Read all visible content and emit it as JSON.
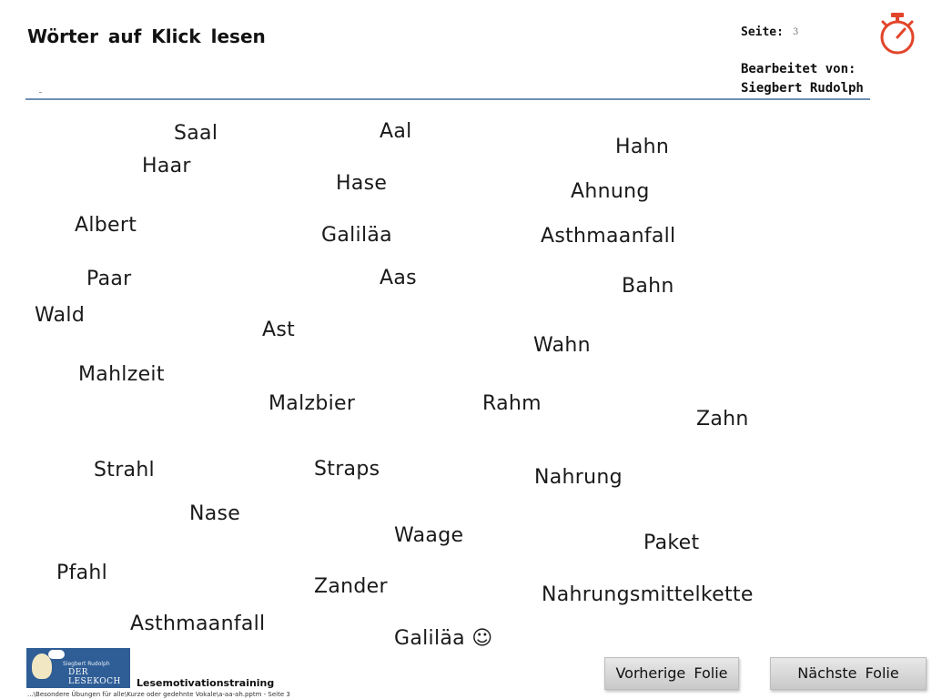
{
  "header": {
    "title": "Wörter auf Klick lesen",
    "seite_label": "Seite:",
    "seite_number": "3",
    "edited_by_label": "Bearbeitet von:",
    "edited_by_name": "Siegbert Rudolph",
    "stopwatch_icon": "stopwatch-icon",
    "accent_color": "#e2452a",
    "rule_color": "#6f8fb3"
  },
  "words": [
    "Saal",
    "Aal",
    "Hahn",
    "Haar",
    "Hase",
    "Ahnung",
    "Albert",
    "Galiläa",
    "Asthmaanfall",
    "Paar",
    "Aas",
    "Bahn",
    "Wald",
    "Ast",
    "Wahn",
    "Mahlzeit",
    "Malzbier",
    "Rahm",
    "Zahn",
    "Strahl",
    "Straps",
    "Nahrung",
    "Nase",
    "Waage",
    "Paket",
    "Pfahl",
    "Zander",
    "Nahrungsmittelkette",
    "Asthmaanfall",
    "Galiläa ☺"
  ],
  "footer": {
    "logo_small": "Siegbert Rudolph",
    "logo_big": "DER LESEKOCH",
    "title": "Lesemotivationstraining",
    "path": "...\\Besondere Übungen für alle\\Kurze oder gedehnte Vokale\\a-aa-ah.pptm - Seite 3"
  },
  "nav": {
    "prev_label": "Vorherige Folie",
    "next_label": "Nächste Folie"
  }
}
